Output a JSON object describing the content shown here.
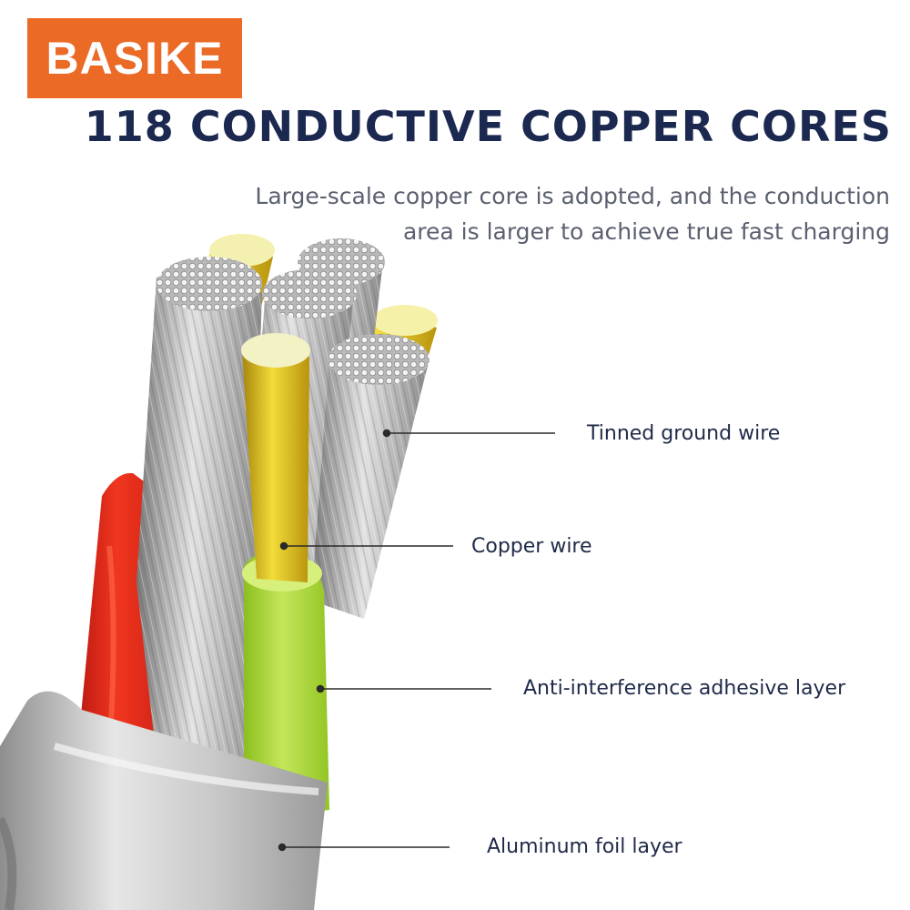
{
  "brand": {
    "name": "BASIKE",
    "color": "#ea6a26"
  },
  "headline": "118 CONDUCTIVE COPPER CORES",
  "subtitle": {
    "line1": "Large-scale copper core is adopted, and the conduction",
    "line2": "area is larger to achieve true fast charging"
  },
  "callouts": [
    {
      "label": "Tinned ground wire"
    },
    {
      "label": "Copper wire"
    },
    {
      "label": "Anti-interference adhesive layer"
    },
    {
      "label": "Aluminum foil layer"
    }
  ],
  "colors": {
    "headline": "#1b2950",
    "copper": "#e4c21e",
    "tinned": "#bdbdbd",
    "red_insulation": "#e8261c",
    "green_insulation": "#a8d332",
    "foil": "#c4c4c4"
  }
}
